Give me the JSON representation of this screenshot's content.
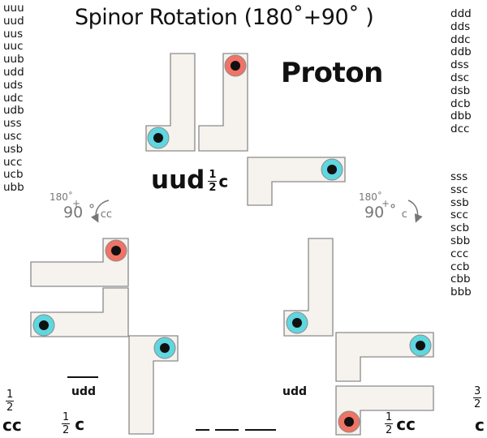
{
  "title": "Spinor Rotation (180˚+90˚ )",
  "particle": "Proton",
  "left_column": [
    "uuu",
    "uud",
    "uus",
    "uuc",
    "uub",
    "udd",
    "uds",
    "udc",
    "udb",
    "uss",
    "usc",
    "usb",
    "ucc",
    "ucb",
    "ubb"
  ],
  "right_column_a": [
    "ddd",
    "dds",
    "ddc",
    "ddb",
    "dss",
    "dsc",
    "dsb",
    "dcb",
    "dbb",
    "dcc"
  ],
  "right_column_b": [
    "sss",
    "ssc",
    "ssb",
    "scc",
    "scb",
    "sbb",
    "ccc",
    "ccb",
    "cbb",
    "bbb"
  ],
  "center_label": {
    "quark": "uud",
    "num": "1",
    "den": "2",
    "unit": "c"
  },
  "rotation_left": {
    "top": "180˚",
    "plus": "+",
    "bottom": "90 ˚",
    "dir": "cc"
  },
  "rotation_right": {
    "top": "180˚",
    "plus": "+",
    "bottom": "90 ˚",
    "dir": "c"
  },
  "bottom": {
    "left_num": "1",
    "left_den": "2",
    "left_unit": "cc",
    "mid_left_quark": "udd",
    "mid_left_num": "1",
    "mid_left_den": "2",
    "mid_left_unit": "c",
    "mid_right_quark": "udd",
    "mid_right_num": "1",
    "mid_right_den": "2",
    "mid_right_unit": "cc",
    "right_num": "3",
    "right_den": "2",
    "right_unit": "c"
  },
  "colors": {
    "shape_fill": "#f6f3ee",
    "shape_stroke": "#8a8a8a",
    "red_marker": "#f07366",
    "cyan_marker": "#5fd6e0",
    "dot": "#111111",
    "arrow": "#777777"
  }
}
